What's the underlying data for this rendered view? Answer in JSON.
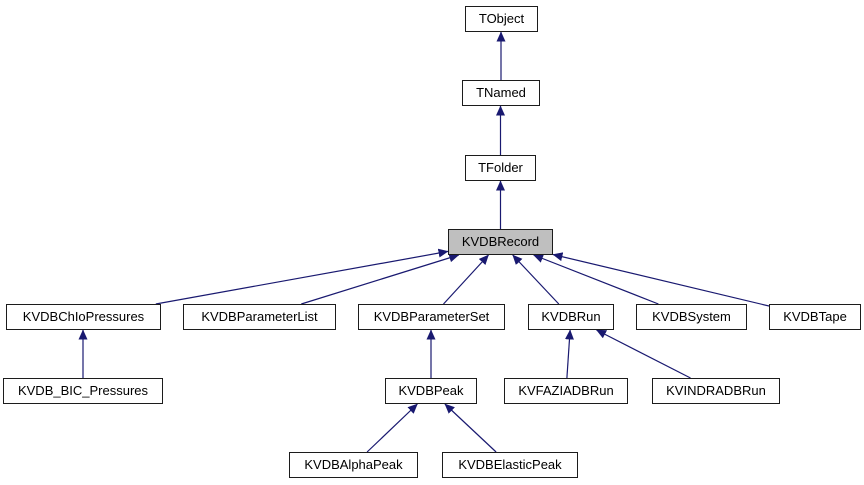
{
  "colors": {
    "arrow": "#191970",
    "node_border": "#1c1c1c",
    "node_background": "#ffffff",
    "highlighted_node_background": "#bfbfbf",
    "text": "#000000",
    "page_background": "#ffffff"
  },
  "diagram": {
    "type": "class-inheritance-graph",
    "highlighted_node": "KVDBRecord",
    "nodes": [
      {
        "id": "tobject",
        "label": "TObject",
        "highlighted": false
      },
      {
        "id": "tnamed",
        "label": "TNamed",
        "highlighted": false
      },
      {
        "id": "tfolder",
        "label": "TFolder",
        "highlighted": false
      },
      {
        "id": "kvdbrecord",
        "label": "KVDBRecord",
        "highlighted": true
      },
      {
        "id": "kvdbchiopressures",
        "label": "KVDBChIoPressures",
        "highlighted": false
      },
      {
        "id": "kvdbparameterlist",
        "label": "KVDBParameterList",
        "highlighted": false
      },
      {
        "id": "kvdbparameterset",
        "label": "KVDBParameterSet",
        "highlighted": false
      },
      {
        "id": "kvdbrun",
        "label": "KVDBRun",
        "highlighted": false
      },
      {
        "id": "kvdbsystem",
        "label": "KVDBSystem",
        "highlighted": false
      },
      {
        "id": "kvdbtape",
        "label": "KVDBTape",
        "highlighted": false
      },
      {
        "id": "kvdb_bic_pressures",
        "label": "KVDB_BIC_Pressures",
        "highlighted": false
      },
      {
        "id": "kvdbpeak",
        "label": "KVDBPeak",
        "highlighted": false
      },
      {
        "id": "kvfaziadbrun",
        "label": "KVFAZIADBRun",
        "highlighted": false
      },
      {
        "id": "kvindradbrun",
        "label": "KVINDRADBRun",
        "highlighted": false
      },
      {
        "id": "kvdbalphapeak",
        "label": "KVDBAlphaPeak",
        "highlighted": false
      },
      {
        "id": "kvdbelasticpeak",
        "label": "KVDBElasticPeak",
        "highlighted": false
      }
    ],
    "edges": [
      {
        "from": "TNamed",
        "to": "TObject"
      },
      {
        "from": "TFolder",
        "to": "TNamed"
      },
      {
        "from": "KVDBRecord",
        "to": "TFolder"
      },
      {
        "from": "KVDBChIoPressures",
        "to": "KVDBRecord"
      },
      {
        "from": "KVDBParameterList",
        "to": "KVDBRecord"
      },
      {
        "from": "KVDBParameterSet",
        "to": "KVDBRecord"
      },
      {
        "from": "KVDBRun",
        "to": "KVDBRecord"
      },
      {
        "from": "KVDBSystem",
        "to": "KVDBRecord"
      },
      {
        "from": "KVDBTape",
        "to": "KVDBRecord"
      },
      {
        "from": "KVDB_BIC_Pressures",
        "to": "KVDBChIoPressures"
      },
      {
        "from": "KVDBPeak",
        "to": "KVDBParameterSet"
      },
      {
        "from": "KVFAZIADBRun",
        "to": "KVDBRun"
      },
      {
        "from": "KVINDRADBRun",
        "to": "KVDBRun"
      },
      {
        "from": "KVDBAlphaPeak",
        "to": "KVDBPeak"
      },
      {
        "from": "KVDBElasticPeak",
        "to": "KVDBPeak"
      }
    ]
  }
}
